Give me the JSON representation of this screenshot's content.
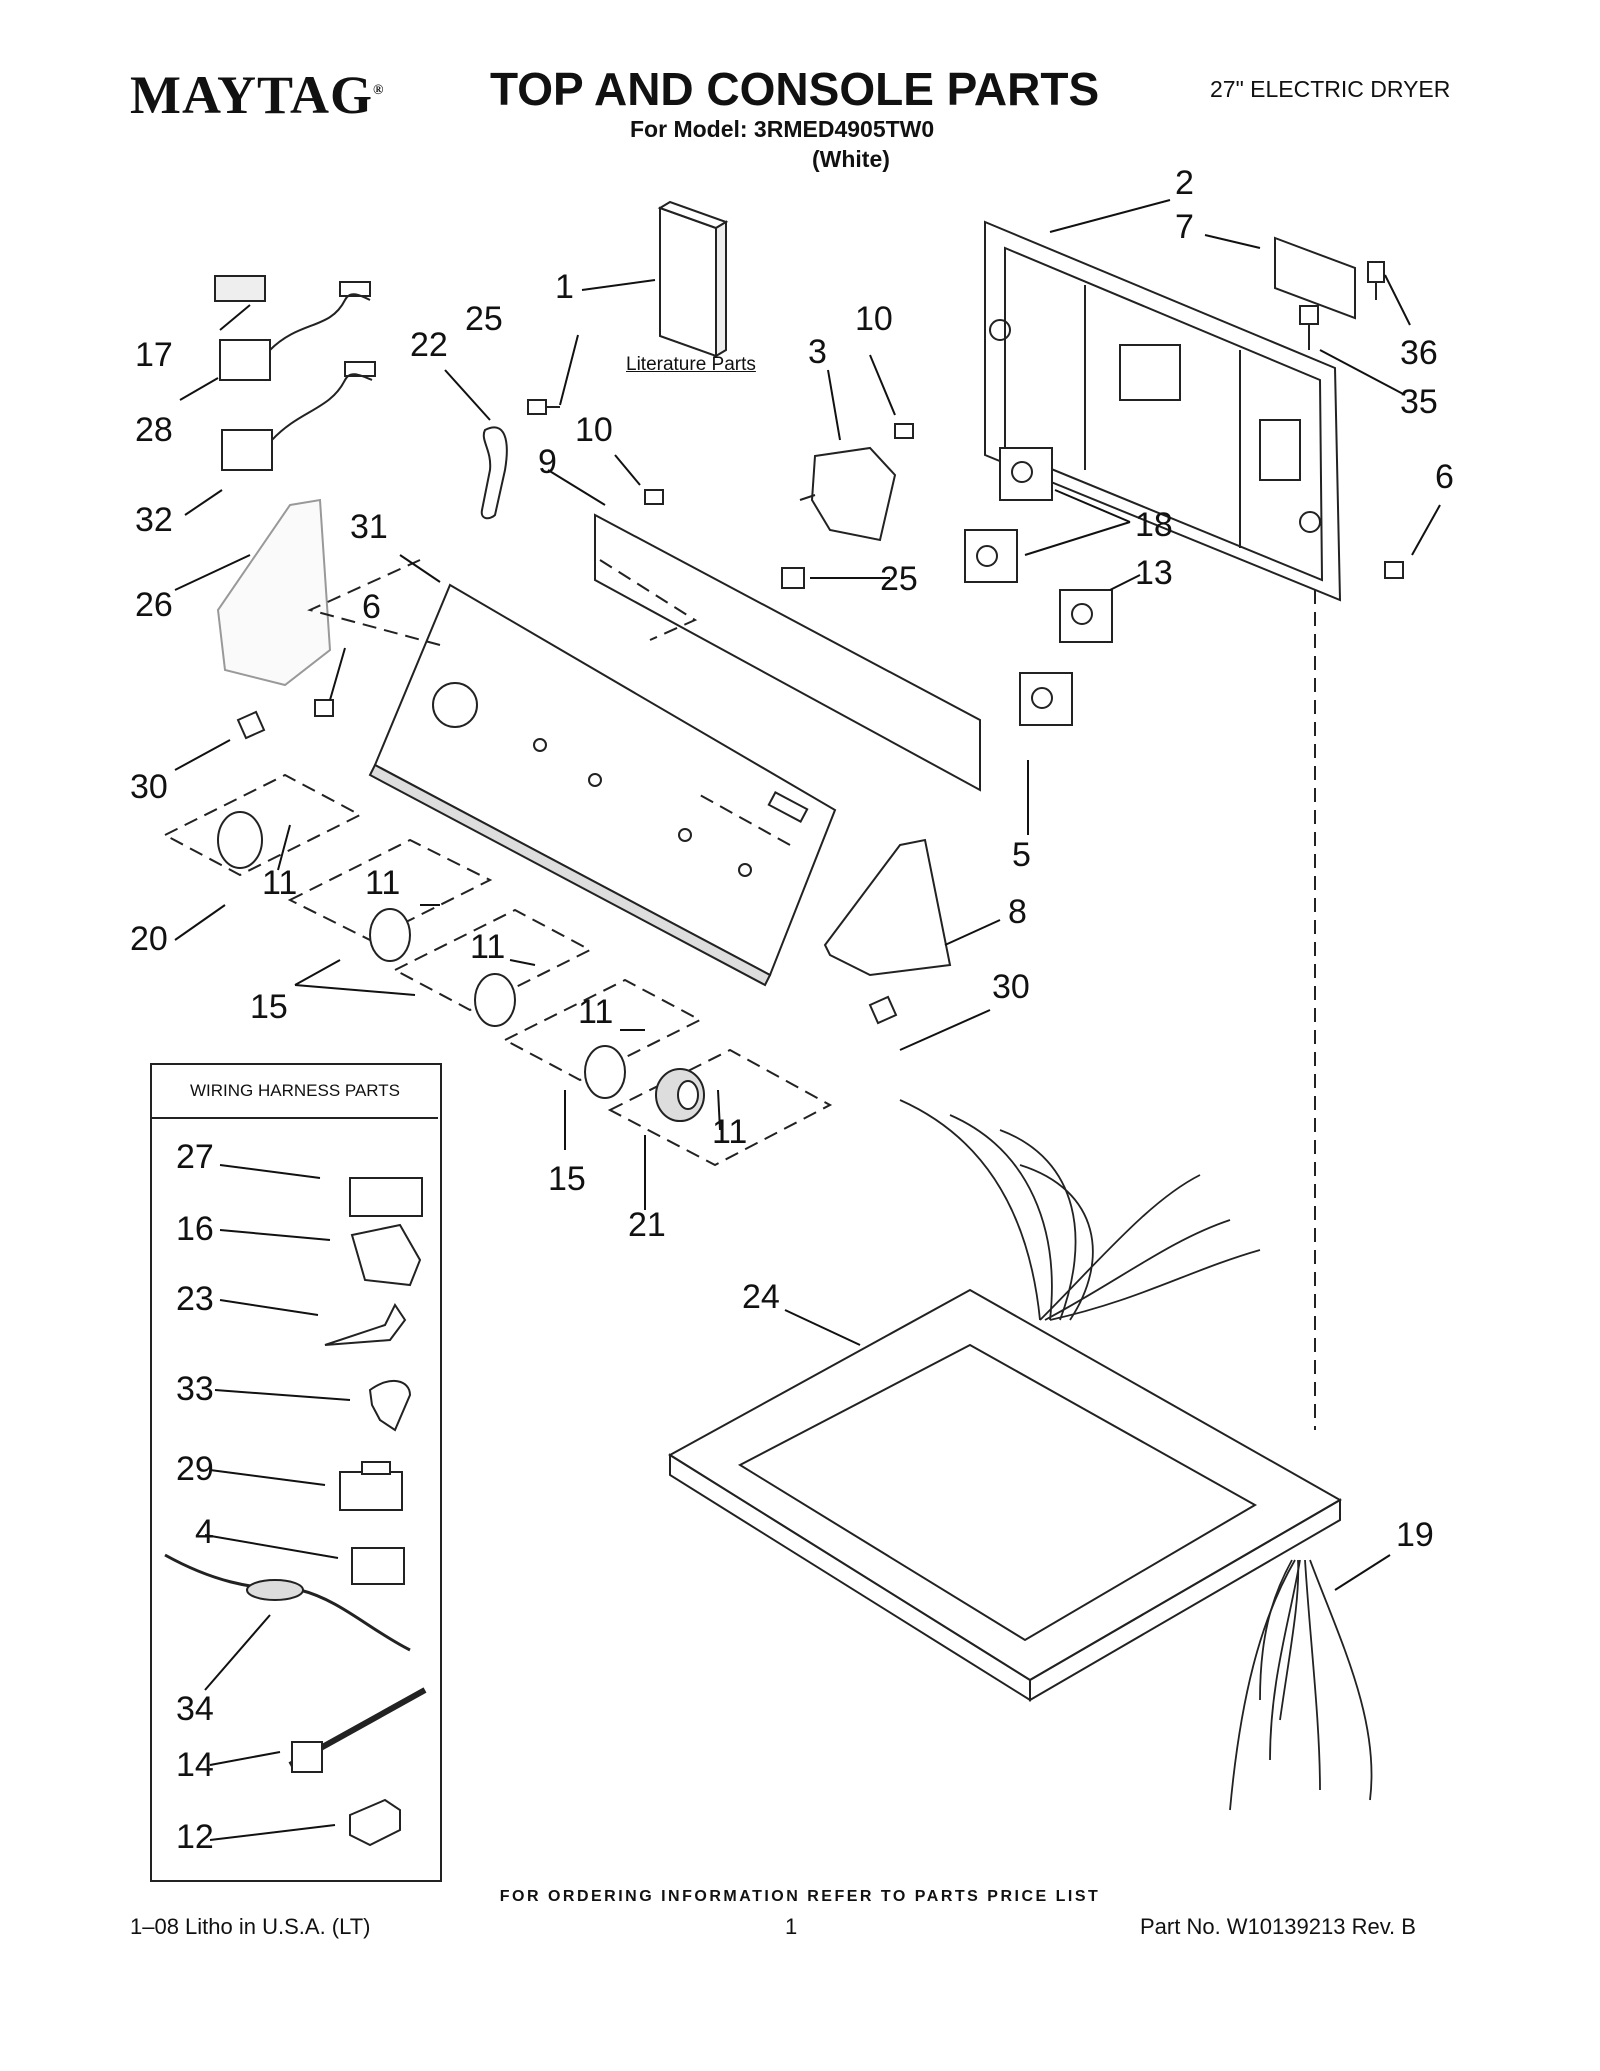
{
  "header": {
    "brand": "MAYTAG",
    "brand_mark": "®",
    "title": "TOP AND CONSOLE PARTS",
    "model_line": "For Model: 3RMED4905TW0",
    "color_line": "(White)",
    "product_type": "27\" ELECTRIC DRYER"
  },
  "diagram": {
    "literature_label": "Literature Parts",
    "wiring_box_title": "WIRING HARNESS PARTS",
    "callouts": [
      "1",
      "2",
      "7",
      "36",
      "35",
      "6",
      "10",
      "3",
      "25",
      "22",
      "10",
      "9",
      "17",
      "28",
      "32",
      "31",
      "26",
      "6",
      "30",
      "18",
      "25",
      "13",
      "11",
      "20",
      "11",
      "11",
      "15",
      "11",
      "11",
      "15",
      "21",
      "5",
      "8",
      "30",
      "27",
      "16",
      "23",
      "33",
      "29",
      "4",
      "34",
      "14",
      "12",
      "24",
      "19"
    ]
  },
  "footer": {
    "ordering_note": "FOR ORDERING INFORMATION REFER TO PARTS PRICE LIST",
    "litho": "1–08 Litho in U.S.A. (LT)",
    "page_number": "1",
    "part_number": "Part No. W10139213 Rev. B"
  }
}
